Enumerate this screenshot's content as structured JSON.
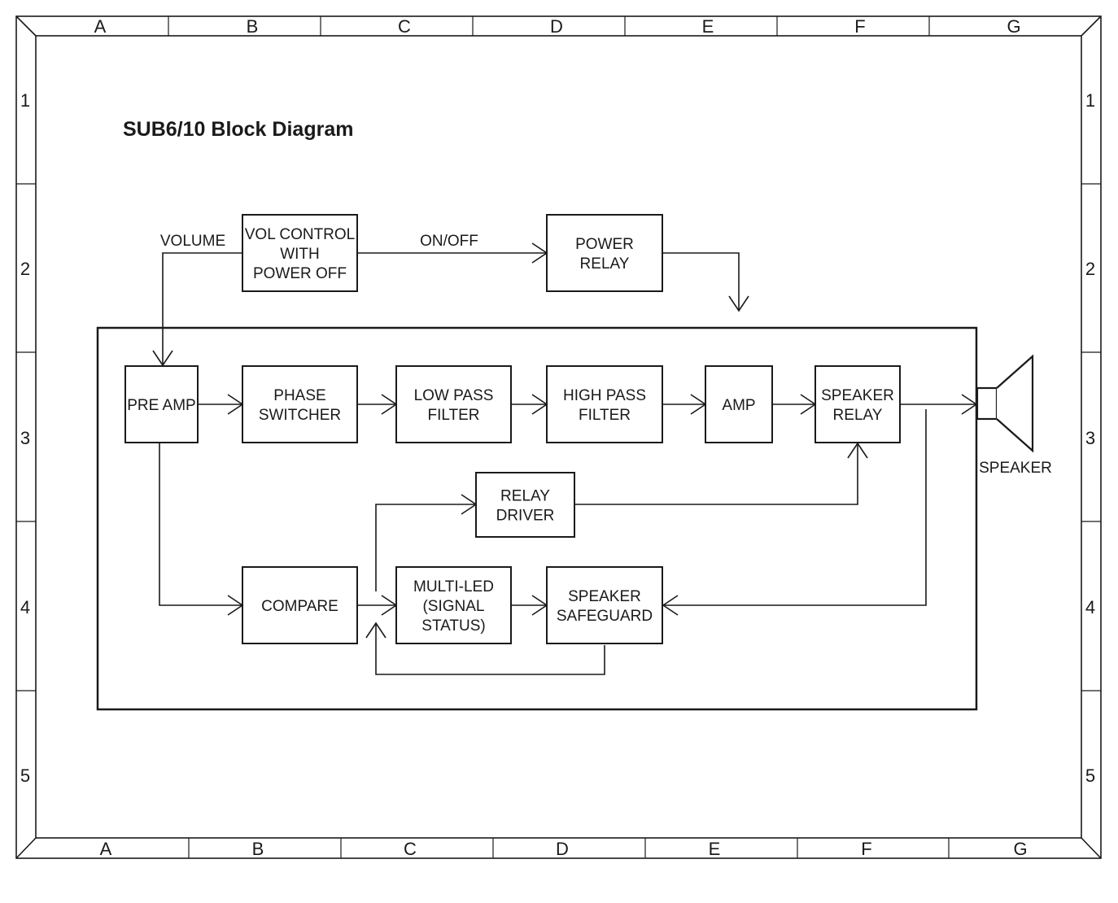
{
  "title": "SUB6/10 Block Diagram",
  "grid": {
    "columns": [
      "A",
      "B",
      "C",
      "D",
      "E",
      "F",
      "G"
    ],
    "rows": [
      "1",
      "2",
      "3",
      "4",
      "5"
    ]
  },
  "blocks": {
    "vol_control": [
      "VOL CONTROL",
      "WITH",
      "POWER OFF"
    ],
    "power_relay": [
      "POWER",
      "RELAY"
    ],
    "pre_amp": [
      "PRE AMP"
    ],
    "phase_switcher": [
      "PHASE",
      "SWITCHER"
    ],
    "low_pass_filter": [
      "LOW PASS",
      "FILTER"
    ],
    "high_pass_filter": [
      "HIGH PASS",
      "FILTER"
    ],
    "amp": [
      "AMP"
    ],
    "speaker_relay": [
      "SPEAKER",
      "RELAY"
    ],
    "relay_driver": [
      "RELAY",
      "DRIVER"
    ],
    "compare": [
      "COMPARE"
    ],
    "multi_led": [
      "MULTI-LED",
      "(SIGNAL",
      "STATUS)"
    ],
    "speaker_safeguard": [
      "SPEAKER",
      "SAFEGUARD"
    ]
  },
  "labels": {
    "volume": "VOLUME",
    "on_off": "ON/OFF",
    "speaker": "SPEAKER"
  }
}
